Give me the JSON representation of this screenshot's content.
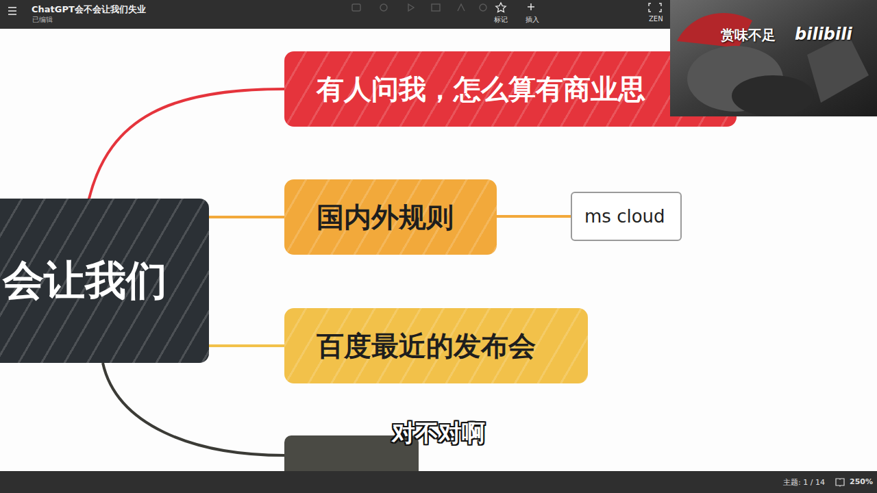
{
  "diagram": {
    "title": "ChatGPT会不会让我们失业",
    "nodes": [
      {
        "text": [
          "会让我们"
        ]
      },
      {
        "text": [
          "有人问我，怎么算有商业思"
        ]
      },
      {
        "text": [
          "国内外规则"
        ]
      },
      {
        "text": [
          "ms cloud"
        ]
      },
      {
        "text": [
          "百度最近的发布会"
        ]
      }
    ],
    "edges": [
      {
        "from": 0,
        "to": 1,
        "arrow": "none"
      },
      {
        "from": 0,
        "to": 2,
        "arrow": "none"
      },
      {
        "from": 2,
        "to": 3,
        "arrow": "none"
      },
      {
        "from": 0,
        "to": 4,
        "arrow": "none"
      }
    ],
    "labels": [
      "已编辑",
      "标记",
      "插入",
      "ZEN",
      "主题: 1 / 14",
      "250%",
      "赏味不足",
      "bilibili",
      "对不对啊"
    ]
  }
}
